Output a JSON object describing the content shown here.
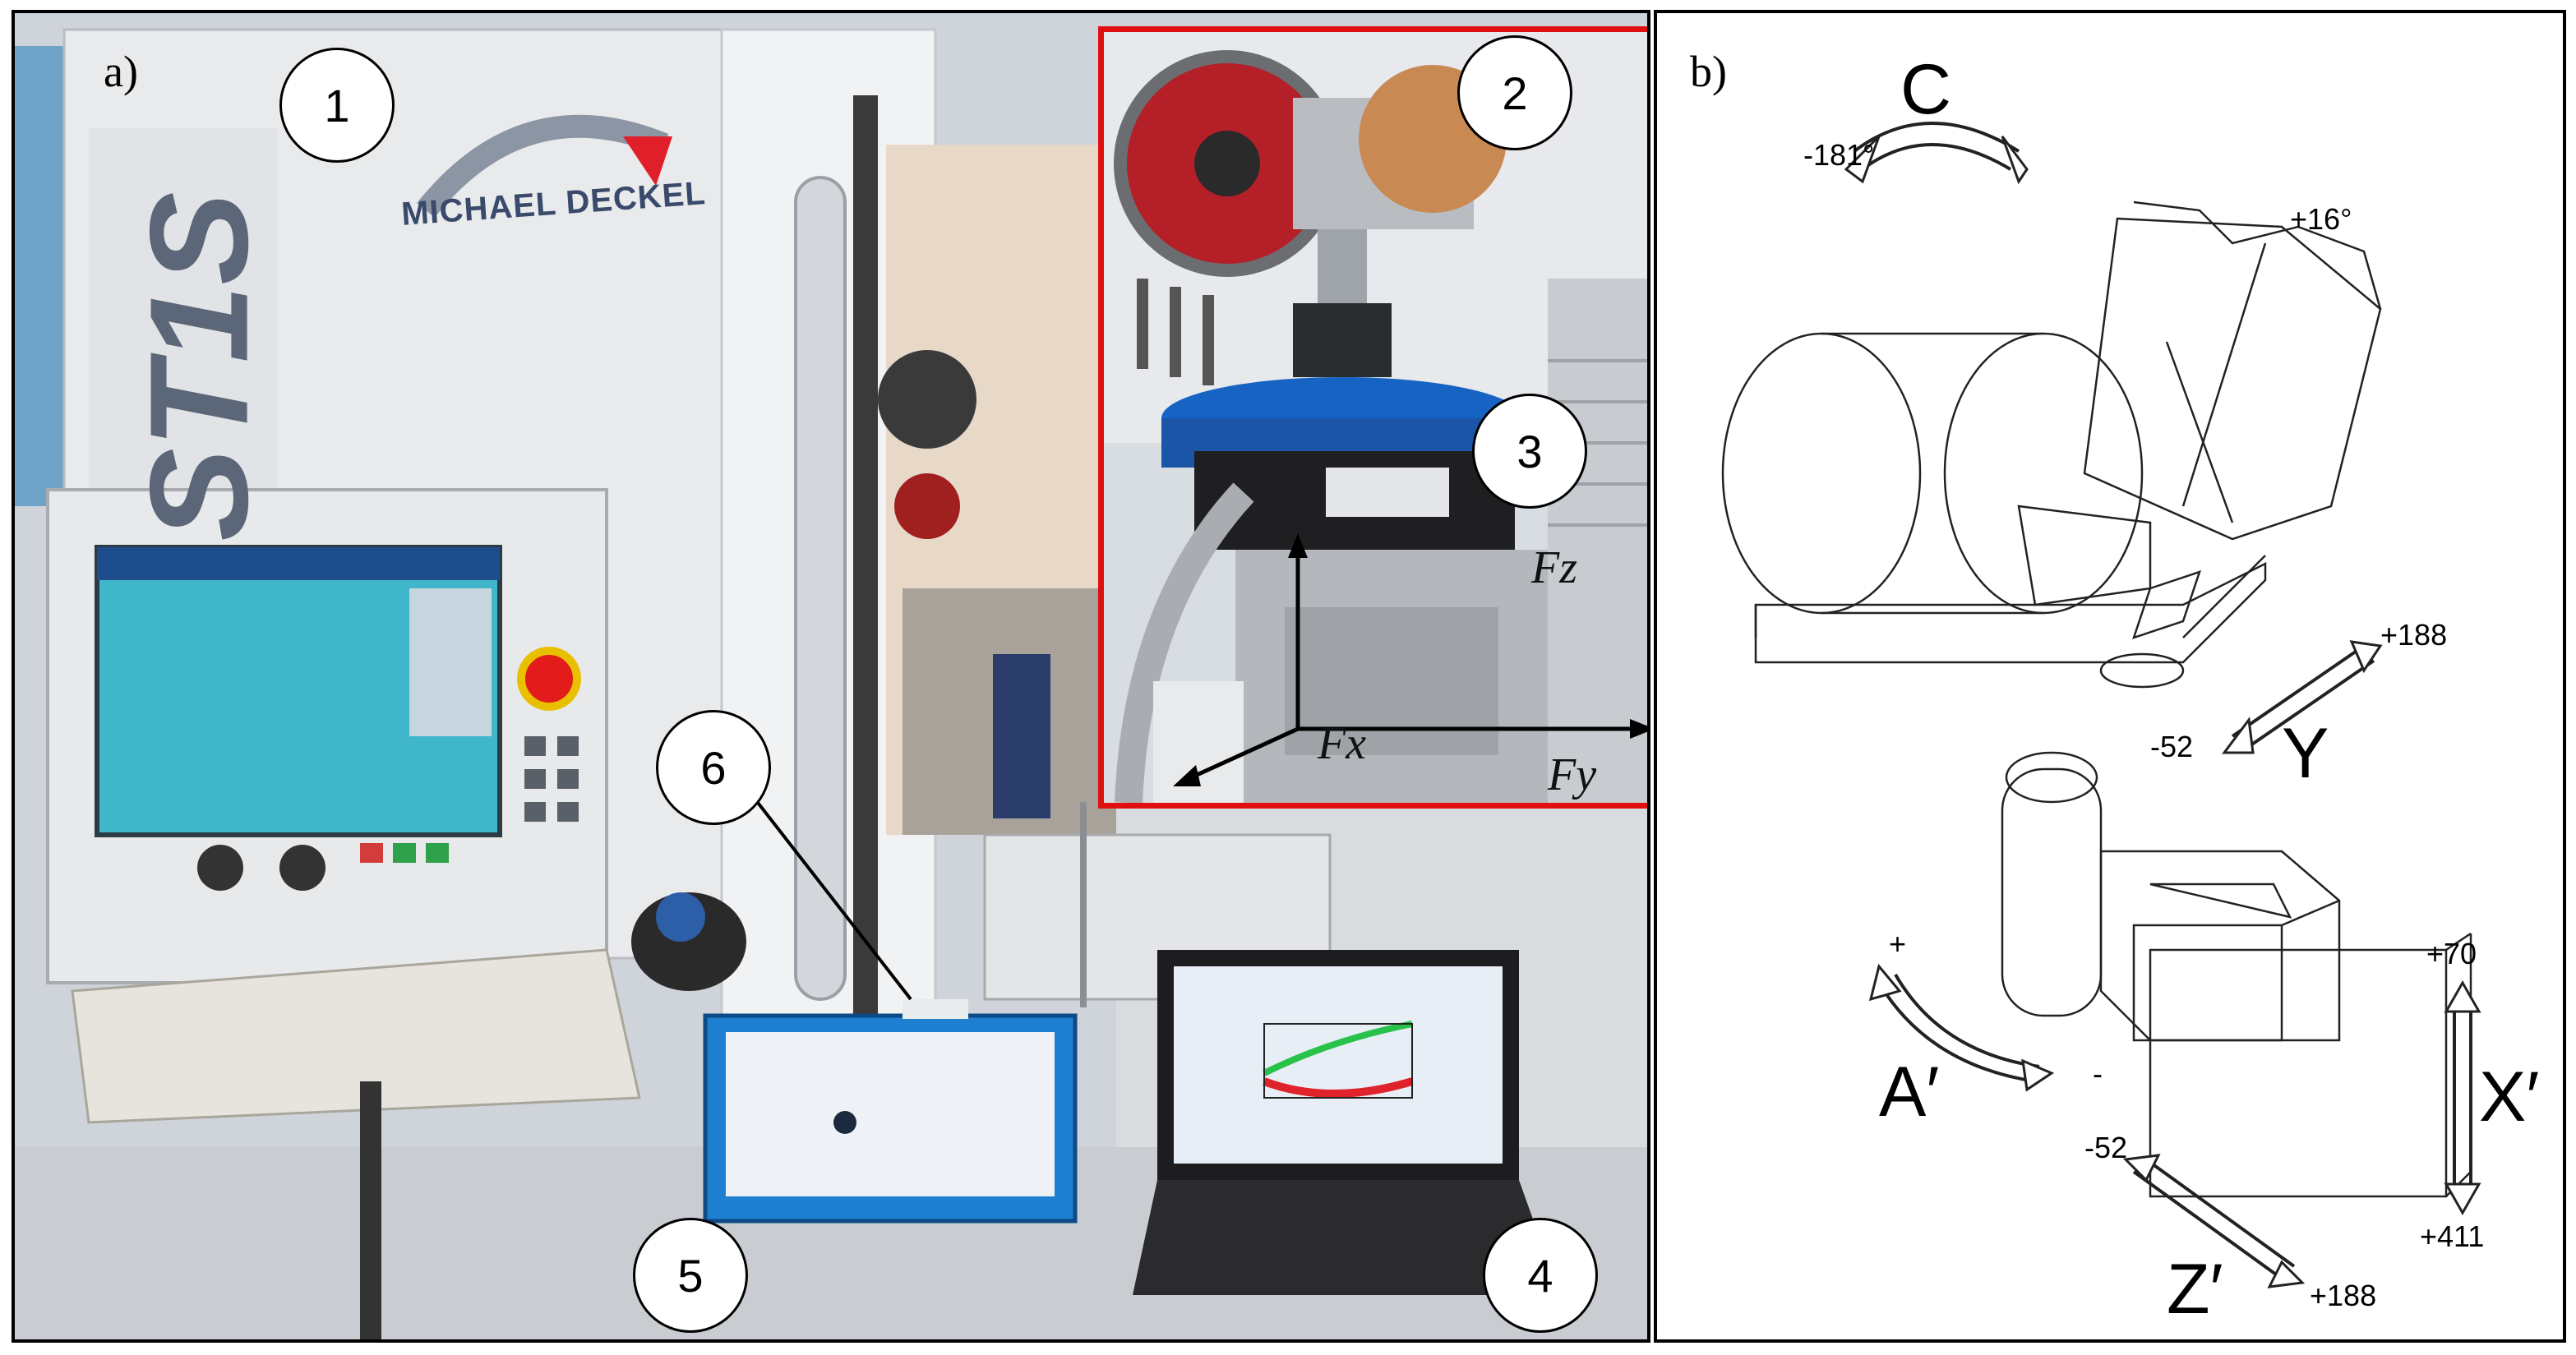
{
  "panels": {
    "a": {
      "label": "a)",
      "brand": "MICHAEL DECKEL",
      "side_text": "ST1S"
    },
    "b": {
      "label": "b)"
    }
  },
  "callouts": [
    "1",
    "2",
    "3",
    "4",
    "5",
    "6"
  ],
  "force_axes": {
    "z": "Fz",
    "x": "Fx",
    "y": "Fy"
  },
  "machine_axes": {
    "C": {
      "name": "C",
      "minus": "-181°",
      "plus": "+16°"
    },
    "Y": {
      "name": "Y",
      "minus": "-52",
      "plus": "+188"
    },
    "A": {
      "name": "A′",
      "plus": "+",
      "minus": "-"
    },
    "X": {
      "name": "X′",
      "plus": "+70",
      "minus": "+411"
    },
    "Z": {
      "name": "Z′",
      "minus": "-52",
      "plus": "+188"
    }
  },
  "colors": {
    "inset_border": "#e01010",
    "stop_button": "#e31b1b",
    "screen": "#3fb6c9",
    "daq_box": "#1f7fd1"
  }
}
